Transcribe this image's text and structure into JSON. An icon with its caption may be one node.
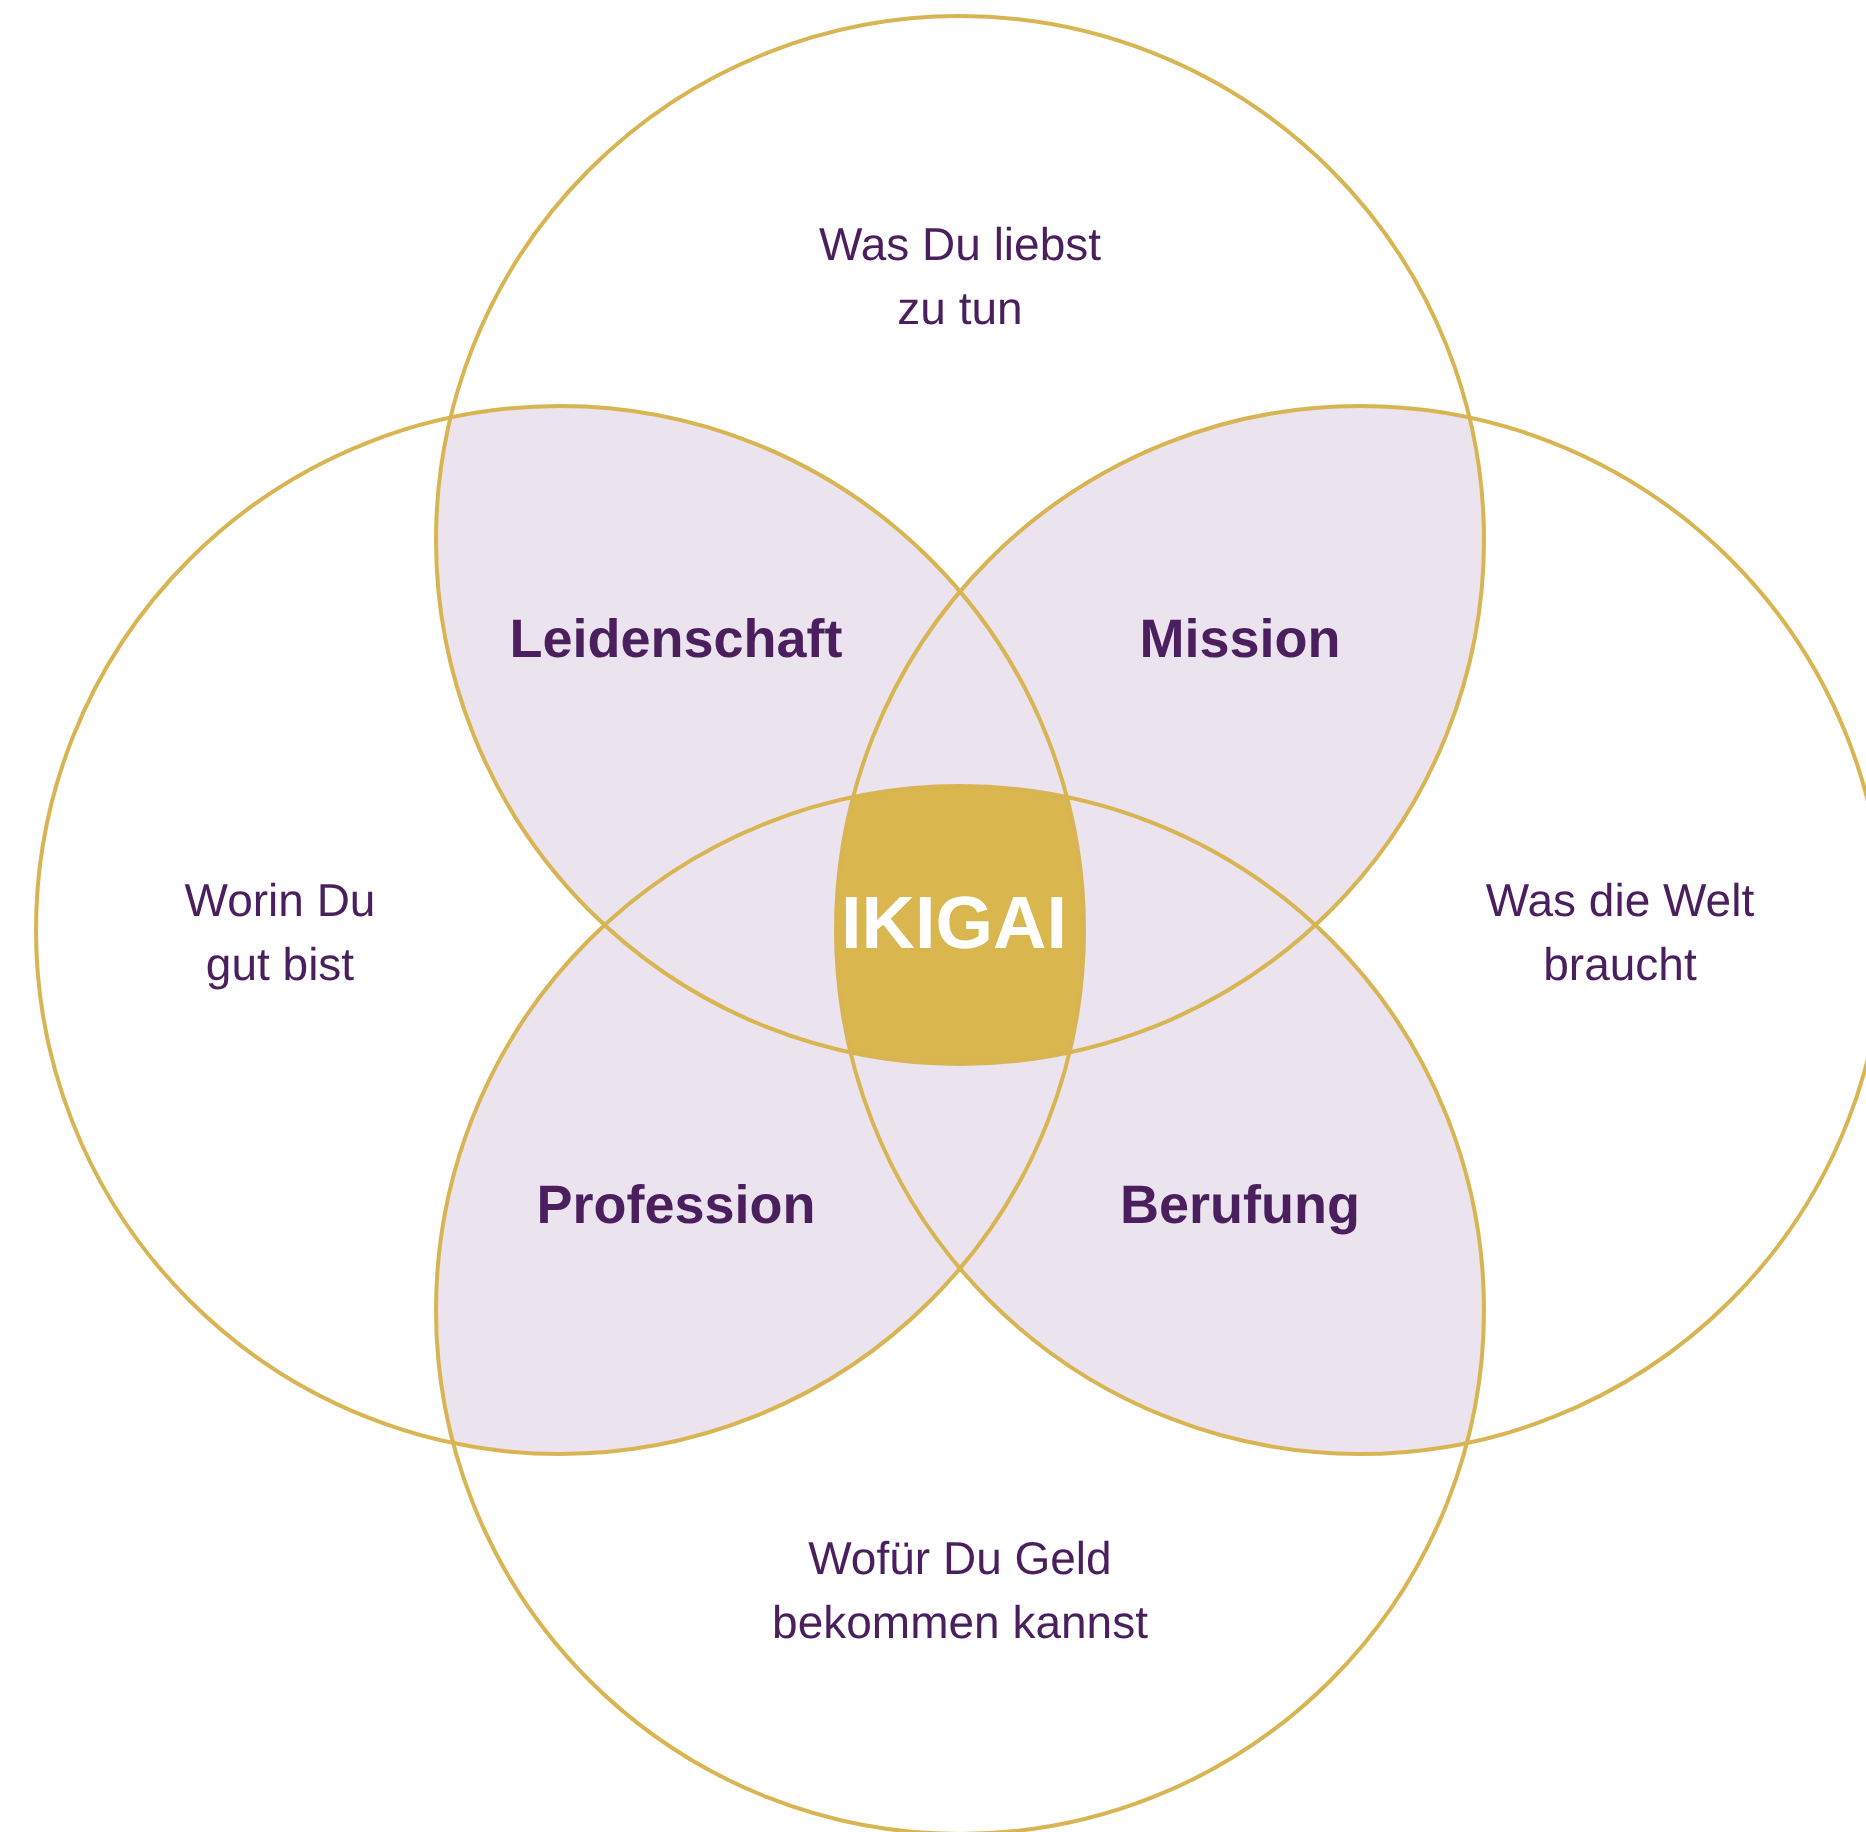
{
  "diagram": {
    "nodes": [
      {
        "text": [
          "Was Du liebst zu tun"
        ]
      },
      {
        "text": [
          "Worin Du gut bist"
        ]
      },
      {
        "text": [
          "Was die Welt braucht"
        ]
      },
      {
        "text": [
          "Wofür Du Geld bekommen kannst"
        ]
      },
      {
        "text": [
          "Leidenschaft"
        ]
      },
      {
        "text": [
          "Mission"
        ]
      },
      {
        "text": [
          "Profession"
        ]
      },
      {
        "text": [
          "Berufung"
        ]
      },
      {
        "text": [
          "IKIGAI"
        ]
      }
    ]
  }
}
